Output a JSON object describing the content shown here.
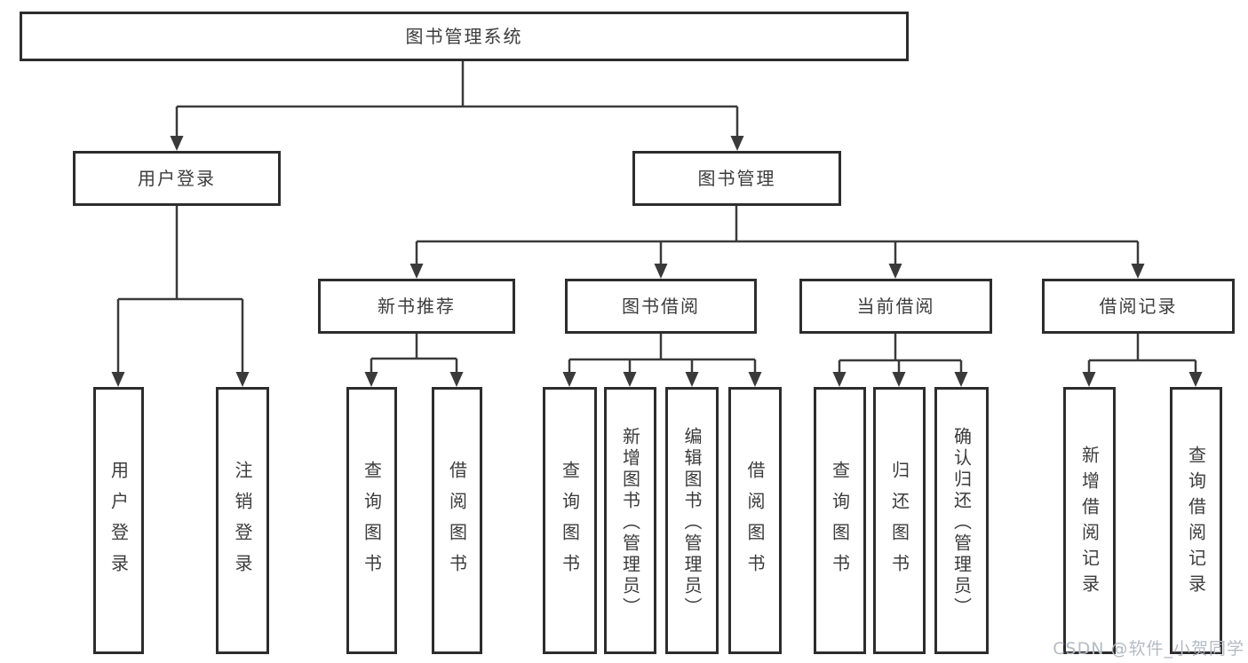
{
  "diagram": {
    "title": "图书管理系统",
    "root": {
      "label": "图书管理系统"
    },
    "level2": [
      {
        "label": "用户登录"
      },
      {
        "label": "图书管理"
      }
    ],
    "level3": [
      {
        "label": "新书推荐"
      },
      {
        "label": "图书借阅"
      },
      {
        "label": "当前借阅"
      },
      {
        "label": "借阅记录"
      }
    ],
    "leaves": {
      "user_login": [
        "用户登录",
        "注销登录"
      ],
      "new_book_rec": [
        "查询图书",
        "借阅图书"
      ],
      "book_borrow": [
        "查询图书",
        "新增图书（管理员）",
        "编辑图书（管理员）",
        "借阅图书"
      ],
      "current_borrow": [
        "查询图书",
        "归还图书",
        "确认归还（管理员）"
      ],
      "borrow_records": [
        "新增借阅记录",
        "查询借阅记录"
      ]
    },
    "watermark": "CSDN @软件_小贺同学",
    "colors": {
      "line": "#3a3a3a",
      "box_border": "#2d2d2d",
      "text": "#3c3c3c",
      "watermark": "#b4bbc3",
      "background": "#ffffff"
    }
  }
}
